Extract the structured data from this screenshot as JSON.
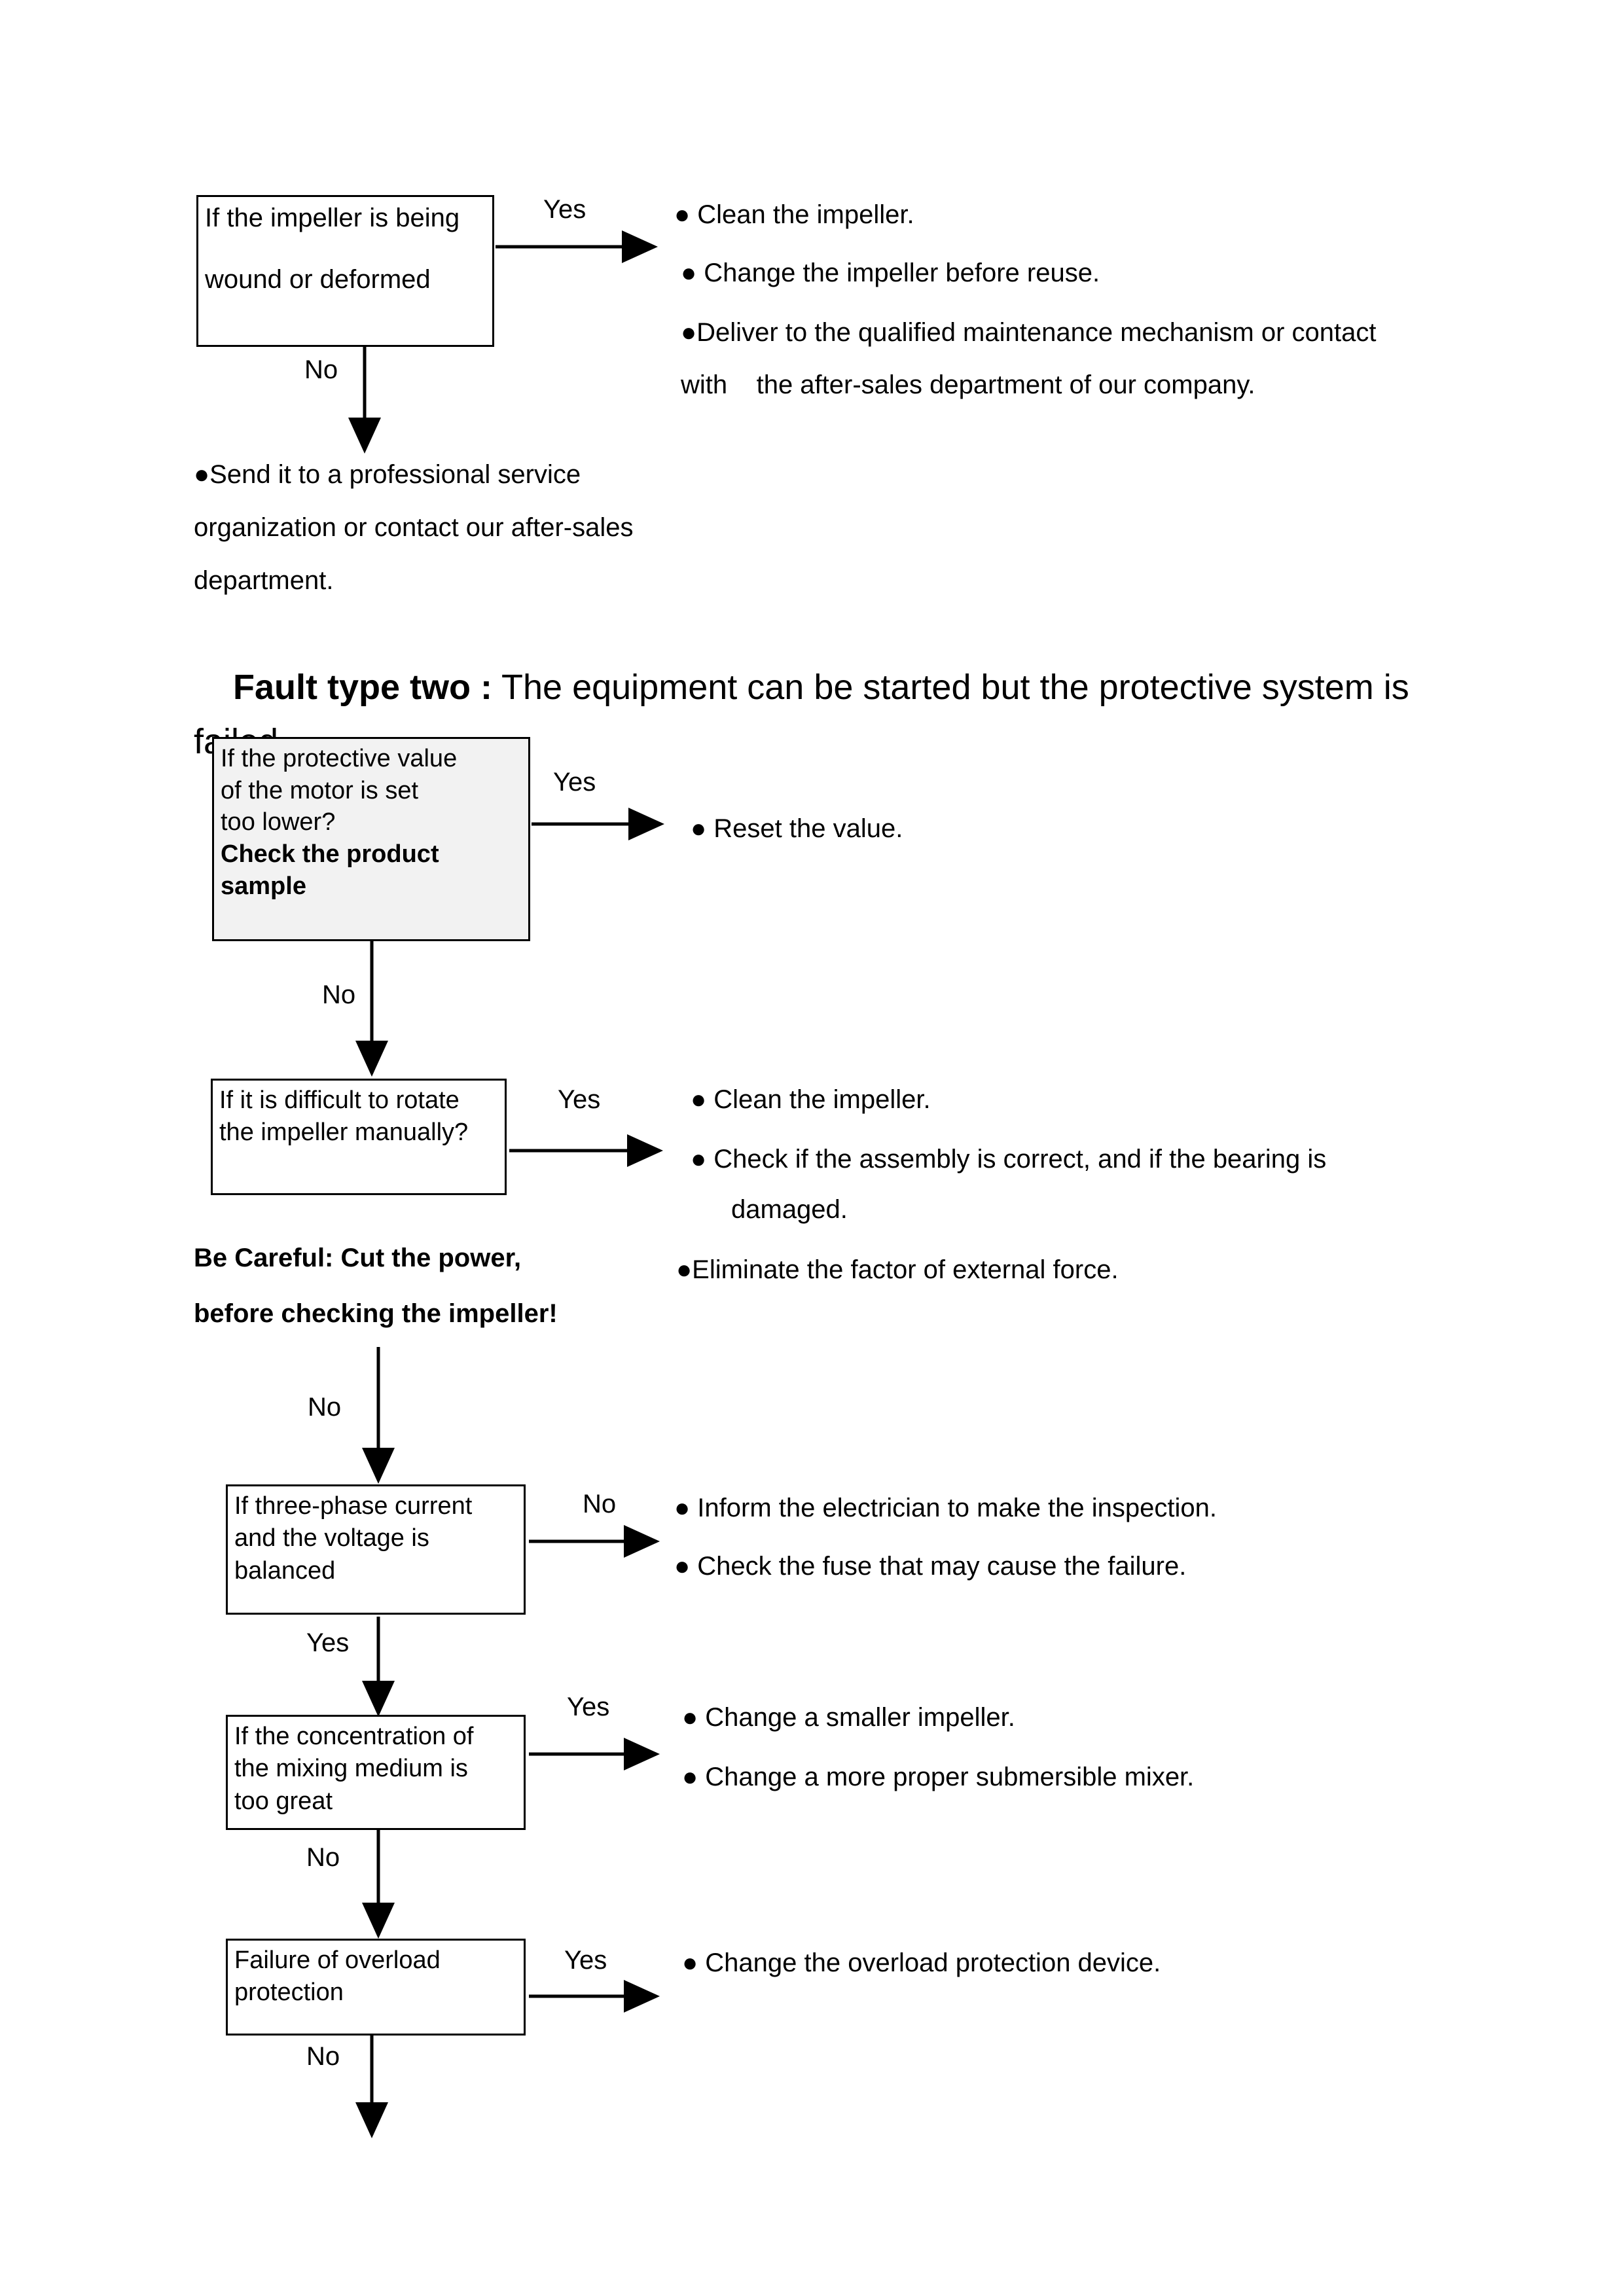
{
  "section_one": {
    "box": {
      "line1": "If the impeller is being",
      "line2": "wound or deformed"
    },
    "yes_label": "Yes",
    "no_label": "No",
    "yes_bullets": [
      "● Clean the impeller.",
      "● Change the impeller before reuse.",
      "●Deliver to the qualified maintenance mechanism or contact",
      "with    the after-sales department of our company."
    ],
    "no_outcome": [
      "●Send it to a professional service",
      "organization or contact our after-sales",
      "department."
    ]
  },
  "heading": {
    "strong": "Fault type two :",
    "rest": " The equipment can be started but the protective system is failed"
  },
  "section_two": {
    "step1": {
      "box_lines": [
        "If the protective value",
        "of the motor is set",
        "too lower?"
      ],
      "box_bold_lines": [
        "Check the product",
        "sample"
      ],
      "yes_label": "Yes",
      "no_label": "No",
      "yes_bullets": [
        "● Reset the value."
      ]
    },
    "step2": {
      "box_lines": [
        "If it is difficult to rotate",
        "the impeller manually?"
      ],
      "yes_label": "Yes",
      "no_label": "No",
      "yes_bullets": [
        "● Clean the impeller.",
        "● Check if the assembly is correct, and if the bearing is",
        "damaged.",
        "●Eliminate the factor of external force."
      ],
      "warning": [
        "Be Careful: Cut the power,",
        "before checking the impeller!"
      ]
    },
    "step3": {
      "box_lines": [
        "If three-phase current",
        "and   the   voltage   is",
        "balanced"
      ],
      "no_label": "No",
      "yes_label": "Yes",
      "no_bullets": [
        "● Inform the electrician to make the inspection.",
        "● Check the fuse that may cause the failure."
      ]
    },
    "step4": {
      "box_lines": [
        "If the concentration of",
        "the mixing medium is",
        "too great"
      ],
      "yes_label": "Yes",
      "no_label": "No",
      "yes_bullets": [
        "● Change a smaller impeller.",
        "● Change a more proper submersible mixer."
      ]
    },
    "step5": {
      "box_lines": [
        "Failure   of   overload",
        "protection"
      ],
      "yes_label": "Yes",
      "no_label": "No",
      "yes_bullets": [
        "● Change the overload protection device."
      ]
    }
  },
  "colors": {
    "ink": "#000000",
    "shaded_box": "#f2f2f2",
    "page": "#ffffff"
  }
}
